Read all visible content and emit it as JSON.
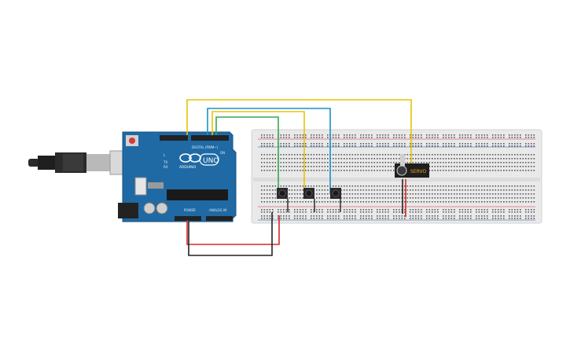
{
  "board": {
    "brand": "ARDUINO",
    "model": "UNO",
    "digital_label": "DIGITAL (PWM~)",
    "power_label": "POWER",
    "analog_label": "ANALOG IN",
    "on_label": "ON",
    "tx_label": "TX",
    "rx_label": "RX",
    "l_label": "L"
  },
  "servo": {
    "label": "SERVO"
  },
  "colors": {
    "board_blue": "#1f6aa5",
    "breadboard": "#e9e9e9",
    "wire_yellow": "#e8c400",
    "wire_blue": "#1c8fc9",
    "wire_green": "#36a852",
    "wire_red": "#d62828",
    "wire_black": "#222222",
    "servo_label": "#f0a020"
  },
  "icons": {
    "usb": "usb-cable-icon",
    "reset": "reset-button-icon",
    "chip": "microcontroller-chip-icon",
    "pushbutton": "pushbutton-icon",
    "servo": "servo-motor-icon"
  }
}
